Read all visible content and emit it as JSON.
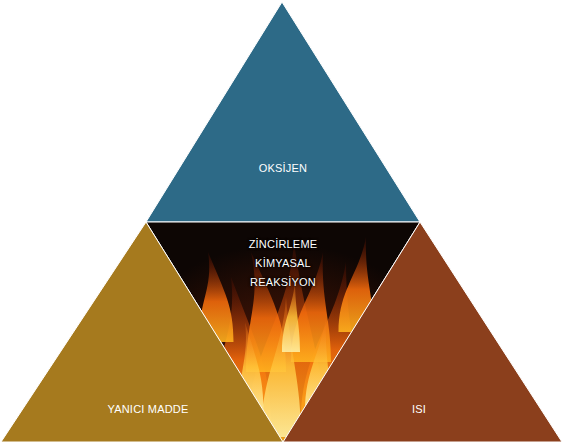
{
  "diagram": {
    "nodes": [
      {
        "text": [
          "OKSİJEN"
        ]
      },
      {
        "text": [
          "ZİNCİRLEME KİMYASAL REAKSİYON"
        ]
      },
      {
        "text": [
          "YANICI MADDE"
        ]
      },
      {
        "text": [
          "ISI"
        ]
      }
    ]
  }
}
